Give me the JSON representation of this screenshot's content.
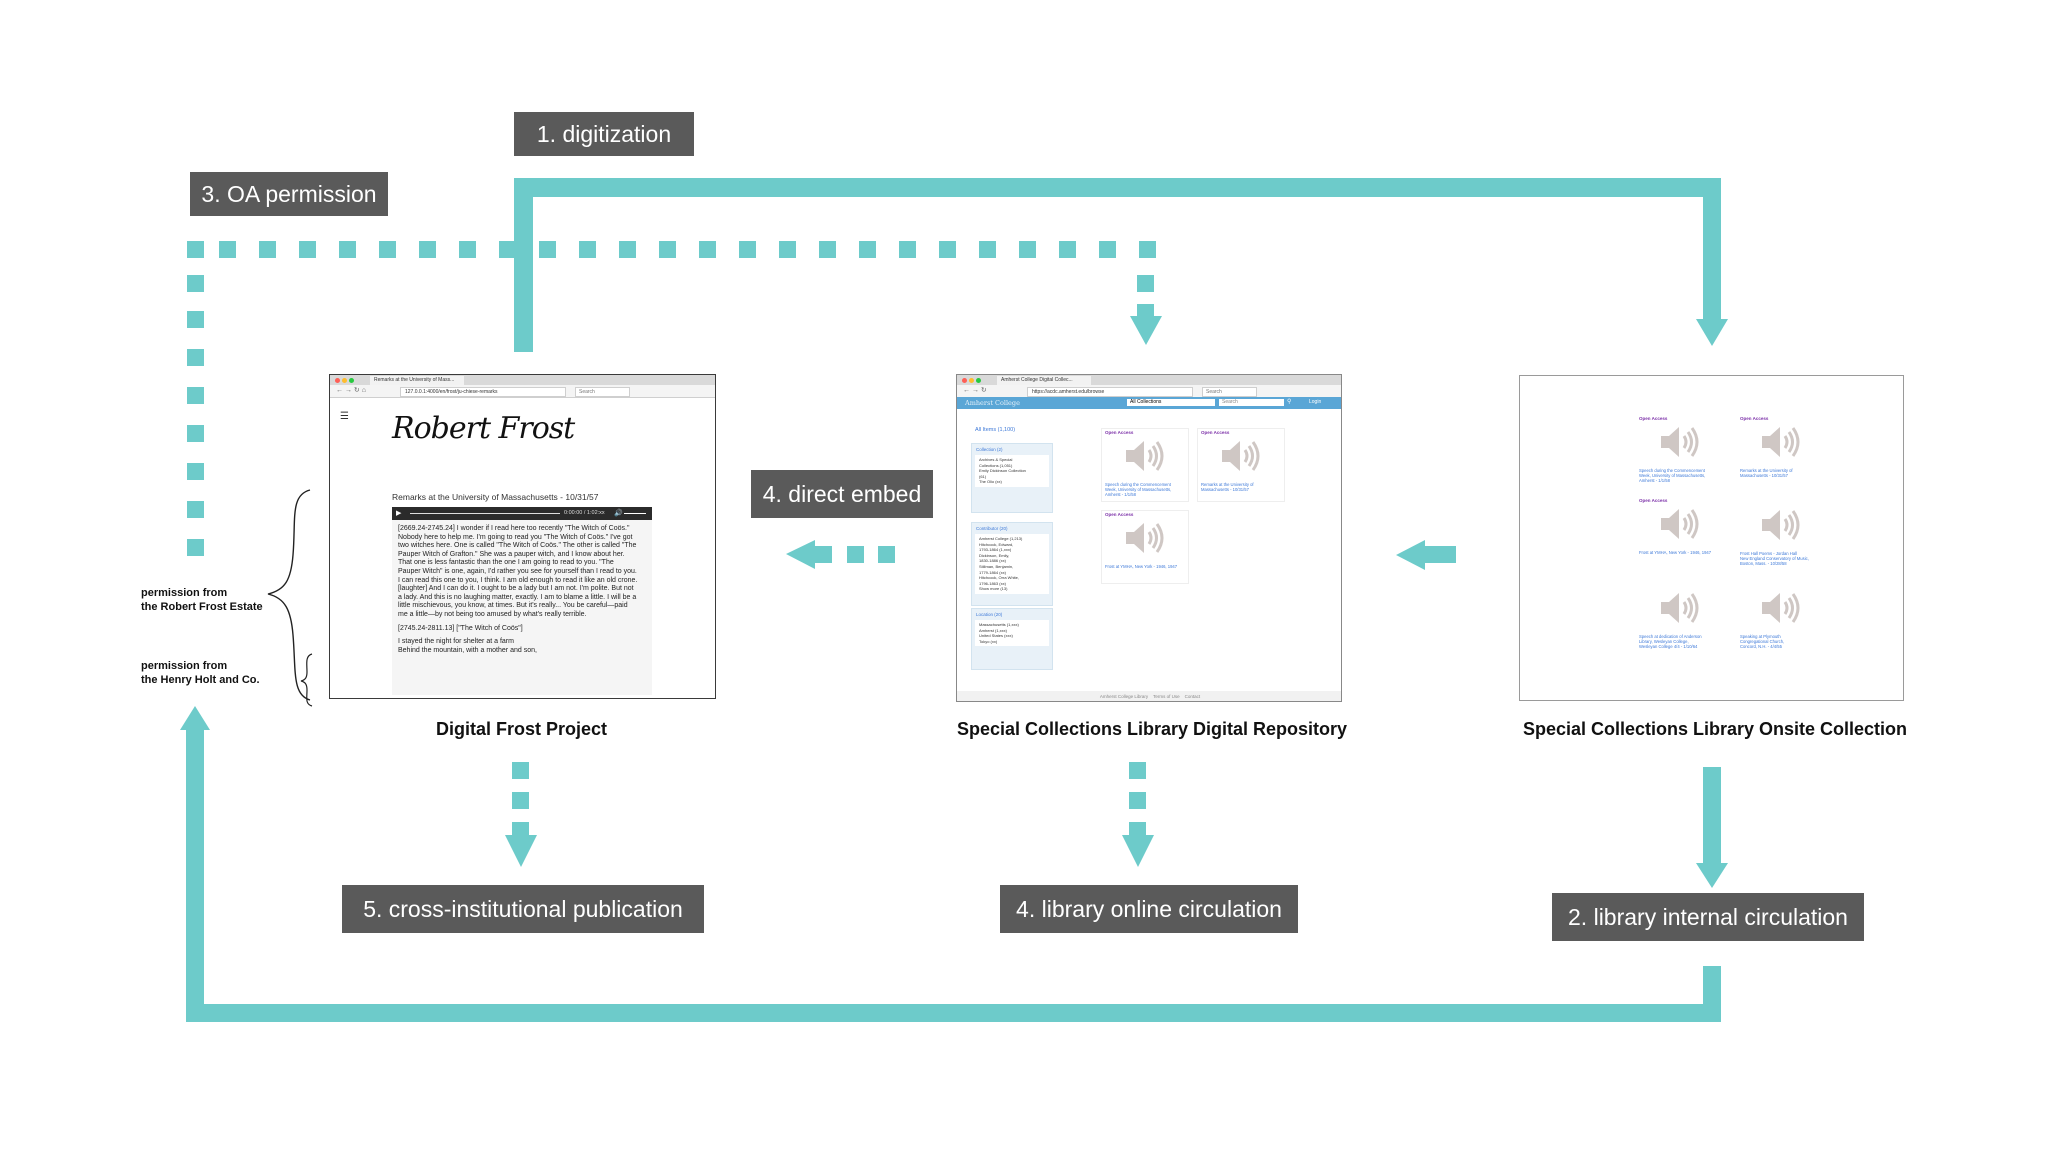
{
  "colors": {
    "arrow": "#6dcbca",
    "label_bg": "#5a5a5a",
    "label_text": "#ffffff",
    "link_blue": "#3c78d8",
    "purple_tag": "#7b2fa8"
  },
  "labels": {
    "digitization": "1. digitization",
    "oa_permission": "3. OA permission",
    "direct_embed": "4. direct embed",
    "cross_institutional": "5. cross-institutional publication",
    "library_online": "4. library online circulation",
    "library_internal": "2. library internal circulation"
  },
  "captions": {
    "frost_project": "Digital Frost Project",
    "digital_repository": "Special Collections Library Digital Repository",
    "onsite_collection": "Special Collections Library Onsite Collection"
  },
  "notes": {
    "estate": [
      "permission from",
      "the Robert Frost Estate"
    ],
    "holt": [
      "permission from",
      "the Henry Holt and Co."
    ]
  },
  "frost_page": {
    "tab_title": "Remarks at the University of Mass...",
    "url": "127.0.0.1:4000/en/frost/ju-chiese-remarks",
    "search_placeholder": "Search",
    "signature": "Robert Frost",
    "title": "Remarks at the University of Massachusetts - 10/31/57",
    "player_time": "0:00:00 / 1:02:xx",
    "transcript_p1": [
      "[2669.24-2745.24]  I wonder if I read here too recently \"The Witch of Coös.\"",
      "Nobody here to help me. I'm going to read you \"The Witch of Coös.\" I've got",
      "two witches here. One is called \"The Witch of Coös.\" The other is called \"The",
      "Pauper Witch of Grafton.\" She was a pauper witch, and I know about her.",
      "That one is less fantastic than the one I am going to read to you. \"The",
      "Pauper Witch\" is one, again, I'd rather you see for yourself than I read to you.",
      "I can read this one to you, I think. I am old enough to read it like an old crone.",
      "[laughter] And I can do it. I ought to be a lady but I am not. I'm polite. But not",
      "a lady. And this is no laughing matter, exactly. I am to blame a little. I will be a",
      "little mischievous, you know, at times. But it's really... You be careful—paid",
      "me a little—by not being too amused by what's really terrible."
    ],
    "transcript_cite": "[2745.24-2811.13]  [\"The Witch of Coös\"]",
    "transcript_p2": [
      "I stayed the night for shelter at a farm",
      "Behind the mountain, with a mother and son,"
    ]
  },
  "repo_page": {
    "tab_title": "Amherst College Digital Collec...",
    "url": "https://acdc.amherst.edu/browse",
    "search_placeholder": "Search",
    "site_name": "Amherst College",
    "dropdown": "All Collections",
    "search_field": "Search",
    "login": "Login",
    "all_items": "All Items (1,100)",
    "facets": [
      {
        "title": "Collection (2)",
        "items": [
          "Archives & Special",
          "Collections (1,051)",
          "Emily Dickinson Collection",
          "(61)",
          "The Olio (xx)"
        ]
      },
      {
        "title": "Contributor (20)",
        "items": [
          "Amherst College (1,213)",
          "Hitchcock, Edward,",
          "1793-1864 (1,xxx)",
          "Dickinson, Emily,",
          "1830-1886 (xx)",
          "Stillman, Benjamin,",
          "1779-1864 (xx)",
          "Hitchcock, Orra White,",
          "1796-1863 (xx)",
          "Show more (13)"
        ]
      },
      {
        "title": "Location (20)",
        "items": [
          "Massachusetts (1,xxx)",
          "Amherst (1,xxx)",
          "United States (xxx)",
          "Tokyo (xx)"
        ]
      }
    ],
    "cards": [
      {
        "tag": "Open Access",
        "caption": [
          "Speech during the Commencement",
          "Week, University of Massachusetts,",
          "Amherst - 1/1/58"
        ]
      },
      {
        "tag": "Open Access",
        "caption": [
          "Remarks at the University of",
          "Massachusetts - 10/31/57"
        ]
      },
      {
        "tag": "Open Access",
        "caption": [
          "Frost at YMHA, New York - 1946, 1947"
        ]
      }
    ],
    "footer": [
      "Amherst College Library",
      "Terms of Use",
      "Contact"
    ]
  },
  "onsite_page": {
    "cards": [
      {
        "tag": "Open Access",
        "caption": [
          "Speech during the Commencement",
          "Week, University of Massachusetts,",
          "Amherst - 1/1/58"
        ]
      },
      {
        "tag": "Open Access",
        "caption": [
          "Remarks at the University of",
          "Massachusetts - 10/31/57"
        ]
      },
      {
        "tag": "Open Access",
        "caption": [
          "Frost at YMHA, New York - 1946, 1947"
        ]
      },
      {
        "tag": "",
        "caption": [
          "Frost Hall Poems - Jordan Hall",
          "New England Conservatory of Music,",
          "Boston, Mass. - 10/28/58"
        ]
      },
      {
        "tag": "",
        "caption": [
          "Speech at dedication of Anderson",
          "Library, Wesleyan College,",
          "Wesleyan College 4/4 - 1/10/64"
        ]
      },
      {
        "tag": "",
        "caption": [
          "Speaking at Plymouth",
          "Congregational Church,",
          "Concord, N.H. - 4/4/55"
        ]
      }
    ]
  }
}
